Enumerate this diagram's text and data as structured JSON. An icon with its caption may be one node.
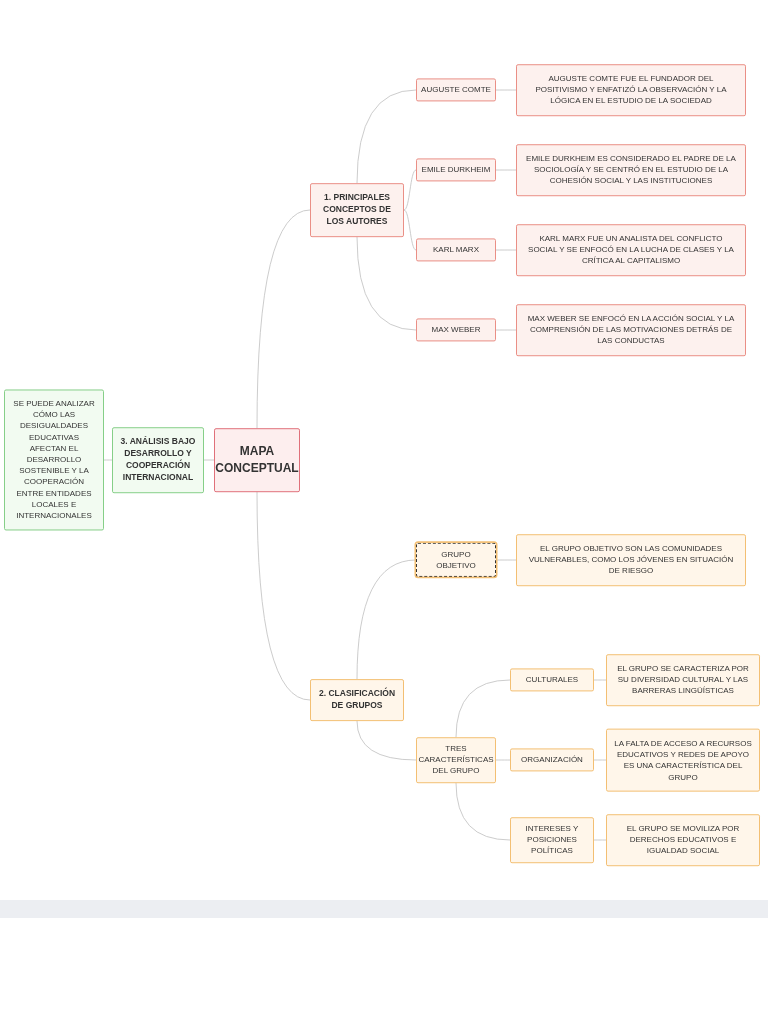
{
  "diagram": {
    "nodes": [
      {
        "text": [
          "MAPA CONCEPTUAL"
        ]
      },
      {
        "text": [
          "1. PRINCIPALES CONCEPTOS DE LOS AUTORES"
        ]
      },
      {
        "text": [
          "AUGUSTE COMTE"
        ]
      },
      {
        "text": [
          "AUGUSTE COMTE FUE EL FUNDADOR DEL POSITIVISMO Y ENFATIZÓ LA OBSERVACIÓN Y LA LÓGICA EN EL ESTUDIO DE LA SOCIEDAD"
        ]
      },
      {
        "text": [
          "EMILE DURKHEIM"
        ]
      },
      {
        "text": [
          "EMILE DURKHEIM ES CONSIDERADO EL PADRE DE LA SOCIOLOGÍA Y SE CENTRÓ EN EL ESTUDIO DE LA COHESIÓN SOCIAL Y LAS INSTITUCIONES"
        ]
      },
      {
        "text": [
          "KARL MARX"
        ]
      },
      {
        "text": [
          "KARL MARX FUE UN ANALISTA DEL CONFLICTO SOCIAL Y SE ENFOCÓ EN LA LUCHA DE CLASES Y LA CRÍTICA AL CAPITALISMO"
        ]
      },
      {
        "text": [
          "MAX WEBER"
        ]
      },
      {
        "text": [
          "MAX WEBER SE ENFOCÓ EN LA ACCIÓN SOCIAL Y LA COMPRENSIÓN DE LAS MOTIVACIONES DETRÁS DE LAS CONDUCTAS"
        ]
      },
      {
        "text": [
          "2. CLASIFICACIÓN DE GRUPOS"
        ]
      },
      {
        "text": [
          "GRUPO OBJETIVO"
        ]
      },
      {
        "text": [
          "EL GRUPO OBJETIVO SON LAS COMUNIDADES VULNERABLES, COMO LOS JÓVENES EN SITUACIÓN DE RIESGO"
        ]
      },
      {
        "text": [
          "TRES CARACTERÍSTICAS DEL GRUPO"
        ]
      },
      {
        "text": [
          "CULTURALES"
        ]
      },
      {
        "text": [
          "EL GRUPO SE CARACTERIZA POR SU DIVERSIDAD CULTURAL Y LAS BARRERAS LINGÜÍSTICAS"
        ]
      },
      {
        "text": [
          "ORGANIZACIÓN"
        ]
      },
      {
        "text": [
          "LA FALTA DE ACCESO A RECURSOS EDUCATIVOS Y REDES DE APOYO ES UNA CARACTERÍSTICA DEL GRUPO"
        ]
      },
      {
        "text": [
          "INTERESES Y POSICIONES POLÍTICAS"
        ]
      },
      {
        "text": [
          "EL GRUPO SE MOVILIZA POR DERECHOS EDUCATIVOS E IGUALDAD SOCIAL"
        ]
      },
      {
        "text": [
          "3. ANÁLISIS BAJO DESARROLLO Y COOPERACIÓN INTERNACIONAL"
        ]
      },
      {
        "text": [
          "SE PUEDE ANALIZAR CÓMO LAS DESIGUALDADES EDUCATIVAS AFECTAN EL DESARROLLO SOSTENIBLE Y LA COOPERACIÓN ENTRE ENTIDADES LOCALES E INTERNACIONALES"
        ]
      }
    ],
    "edges": [
      {
        "from": 0,
        "to": 1,
        "arrow": "none"
      },
      {
        "from": 1,
        "to": 2,
        "arrow": "none"
      },
      {
        "from": 2,
        "to": 3,
        "arrow": "none"
      },
      {
        "from": 1,
        "to": 4,
        "arrow": "none"
      },
      {
        "from": 4,
        "to": 5,
        "arrow": "none"
      },
      {
        "from": 1,
        "to": 6,
        "arrow": "none"
      },
      {
        "from": 6,
        "to": 7,
        "arrow": "none"
      },
      {
        "from": 1,
        "to": 8,
        "arrow": "none"
      },
      {
        "from": 8,
        "to": 9,
        "arrow": "none"
      },
      {
        "from": 0,
        "to": 10,
        "arrow": "none"
      },
      {
        "from": 10,
        "to": 11,
        "arrow": "none"
      },
      {
        "from": 11,
        "to": 12,
        "arrow": "none"
      },
      {
        "from": 10,
        "to": 13,
        "arrow": "none"
      },
      {
        "from": 13,
        "to": 14,
        "arrow": "none"
      },
      {
        "from": 14,
        "to": 15,
        "arrow": "none"
      },
      {
        "from": 13,
        "to": 16,
        "arrow": "none"
      },
      {
        "from": 16,
        "to": 17,
        "arrow": "none"
      },
      {
        "from": 13,
        "to": 18,
        "arrow": "none"
      },
      {
        "from": 18,
        "to": 19,
        "arrow": "none"
      },
      {
        "from": 0,
        "to": 20,
        "arrow": "none"
      },
      {
        "from": 20,
        "to": 21,
        "arrow": "none"
      }
    ]
  }
}
